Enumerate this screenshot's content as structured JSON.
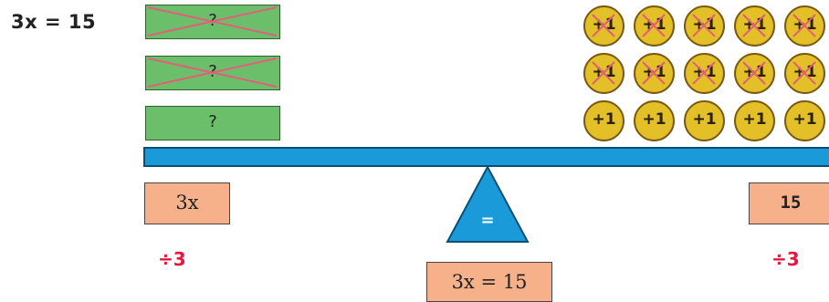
{
  "equation_title": "3x = 15",
  "left_pan": {
    "blocks": [
      {
        "label": "?",
        "crossed": true
      },
      {
        "label": "?",
        "crossed": true
      },
      {
        "label": "?",
        "crossed": false
      }
    ],
    "expression": "3x",
    "operation": "÷3"
  },
  "right_pan": {
    "coin_label": "+1",
    "rows": [
      [
        true,
        true,
        true,
        true,
        true
      ],
      [
        true,
        true,
        true,
        true,
        true
      ],
      [
        false,
        false,
        false,
        false,
        false
      ]
    ],
    "value": "15",
    "operation": "÷3"
  },
  "fulcrum_symbol": "=",
  "equation_box": "3x = 15",
  "colors": {
    "block": "#6bbf6b",
    "coin": "#e3bf28",
    "beam": "#1a9ad8",
    "label_box": "#f6b08a",
    "operation": "#e3173f",
    "cross": "#e0607a"
  }
}
